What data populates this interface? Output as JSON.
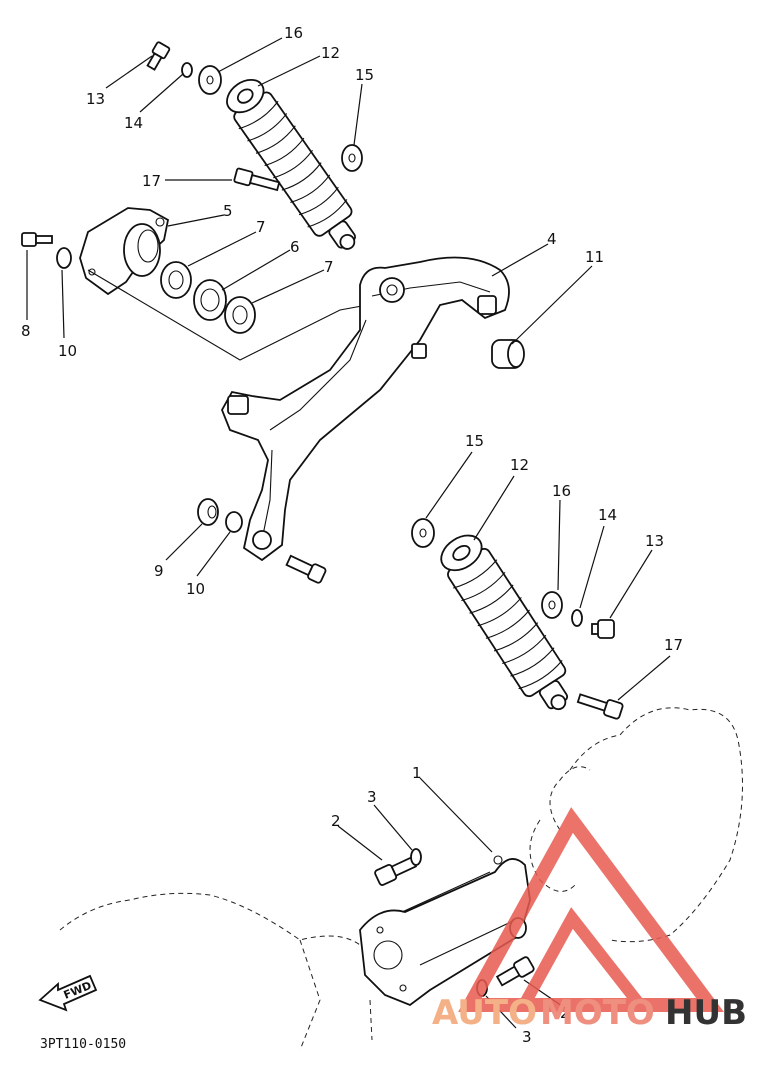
{
  "diagram_code": "3PT110-0150",
  "direction_label": "FWD",
  "watermark": {
    "auto": "AUTO",
    "moto": "MOTO",
    "hub": "HUB",
    "colors": {
      "auto": "#f4b087",
      "moto": "#ee8f80",
      "hub": "#333333",
      "logo": "#e85a50"
    }
  },
  "callouts": {
    "upper_shock": {
      "c16": "16",
      "c12": "12",
      "c15": "15",
      "c13": "13",
      "c14": "14",
      "c17": "17"
    },
    "bracket": {
      "c5": "5",
      "c7a": "7",
      "c6": "6",
      "c7b": "7",
      "c4": "4",
      "c11": "11",
      "c8": "8",
      "c10a": "10",
      "c9": "9",
      "c10b": "10"
    },
    "lower_shock": {
      "c15": "15",
      "c12": "12",
      "c16": "16",
      "c14": "14",
      "c13": "13",
      "c17": "17"
    },
    "bottom": {
      "c1": "1",
      "c3a": "3",
      "c2a": "2",
      "c3b": "3",
      "c2b": "2"
    }
  }
}
